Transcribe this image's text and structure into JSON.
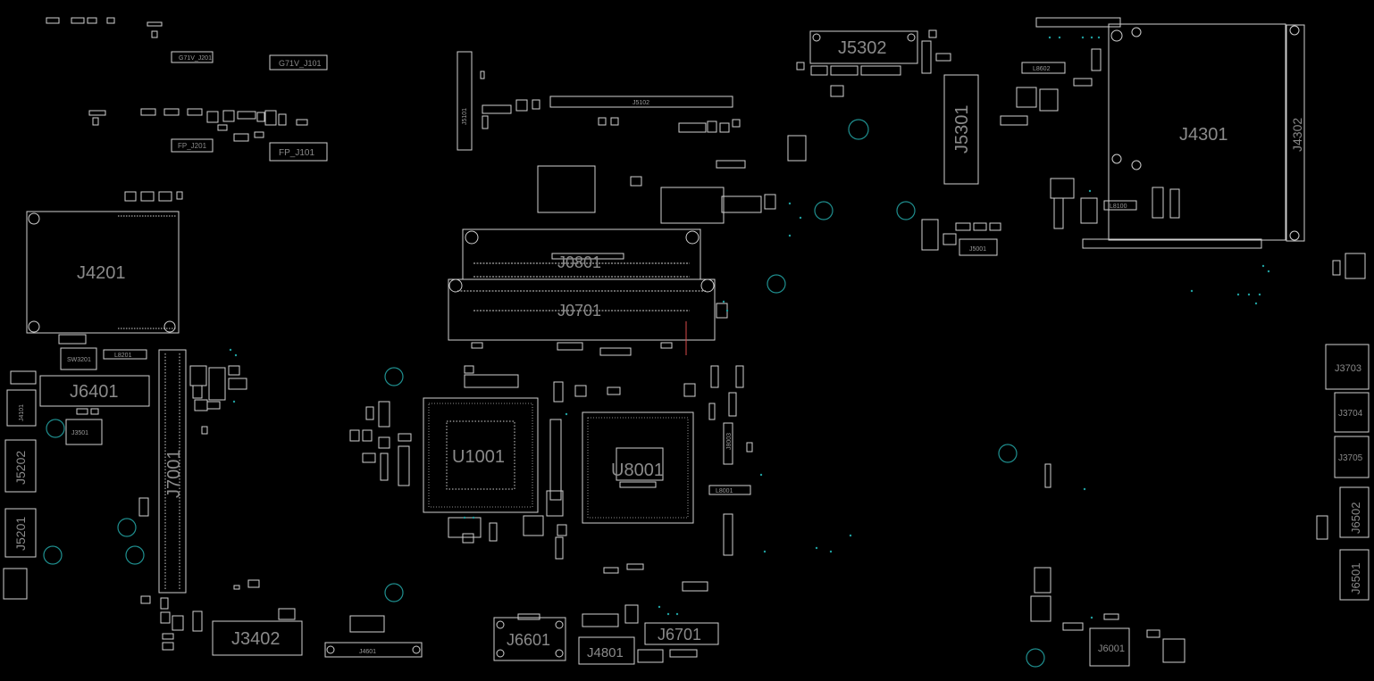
{
  "colors": {
    "background": "#000000",
    "outline": "#cfcfcf",
    "label": "#8a8a8a",
    "via": "#1f8f8f"
  },
  "labels": {
    "j4201": "J4201",
    "j6401": "J6401",
    "j7001": "J7001",
    "j5202": "J5202",
    "j5201": "J5201",
    "j3402": "J3402",
    "j4601": "J4601",
    "j6601": "J6601",
    "j4801": "J4801",
    "j6701": "J6701",
    "u1001": "U1001",
    "u8001": "U8001",
    "j0801": "J0801",
    "j0701": "J0701",
    "j5302": "J5302",
    "j5301": "J5301",
    "j5101": "J5101",
    "j5102": "J5102",
    "j4301": "J4301",
    "j4302": "J4302",
    "j5001": "J5001",
    "j3703": "J3703",
    "j3704": "J3704",
    "j3705": "J3705",
    "j6502": "J6502",
    "j6501": "J6501",
    "j6001": "J6001",
    "g71v_j101": "G71V_J101",
    "g71v_j201": "G71V_J201",
    "fp_j101": "FP_J101",
    "fp_j201": "FP_J201",
    "j3501": "J3501",
    "j4101": "J4101",
    "sw3201": "SW3201",
    "l8201": "L8201",
    "l8602": "L8602",
    "l8100": "L8100",
    "l8001": "L8001",
    "j8003": "J8003"
  }
}
